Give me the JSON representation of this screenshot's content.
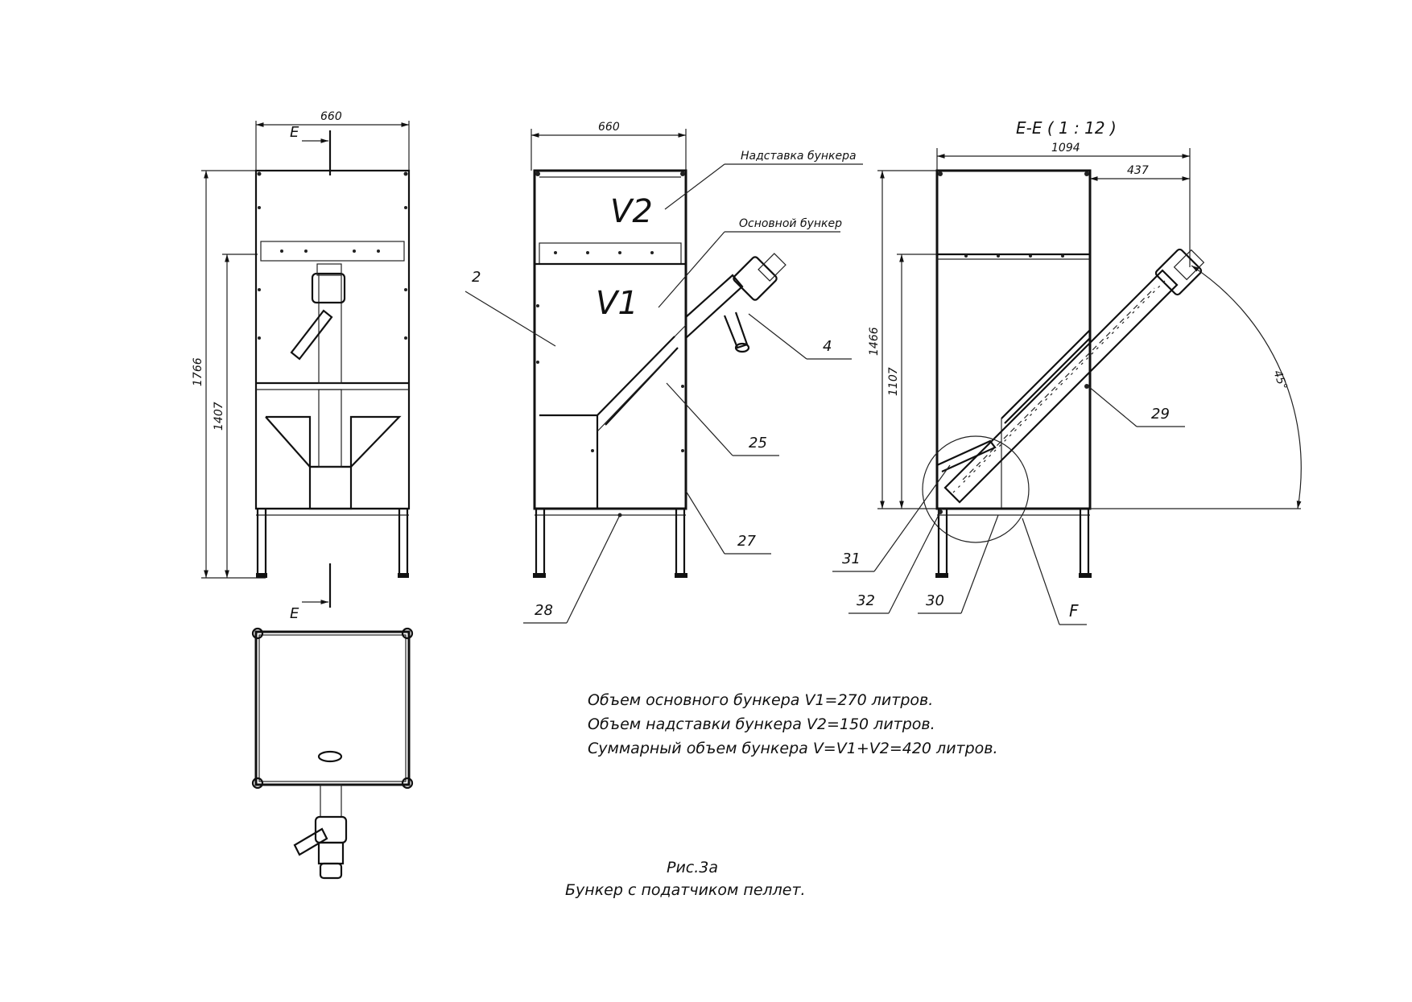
{
  "front_view": {
    "dim_width": "660",
    "dim_height_total": "1766",
    "dim_height_lower": "1407",
    "section_letter_top": "E",
    "section_letter_bottom": "E"
  },
  "side_view": {
    "dim_width": "660",
    "label_extension": "Надставка бункера",
    "label_main": "Основной бункер",
    "volume_v2": "V2",
    "volume_v1": "V1",
    "callouts": [
      "2",
      "4",
      "25",
      "27",
      "28"
    ]
  },
  "section_view": {
    "title": "Е-Е ( 1 : 12 )",
    "dim_width": "1094",
    "dim_offset": "437",
    "dim_height_total": "1466",
    "dim_height_lower": "1107",
    "angle": "45°",
    "callouts": [
      "29",
      "31",
      "32",
      "30",
      "F"
    ]
  },
  "notes": [
    "Объем основного бункера  V1=270 литров.",
    "Объем надставки бункера  V2=150 литров.",
    "Суммарный объем бункера  V=V1+V2=420 литров."
  ],
  "caption": {
    "figure": "Рис.3а",
    "title": "Бункер с податчиком пеллет."
  }
}
